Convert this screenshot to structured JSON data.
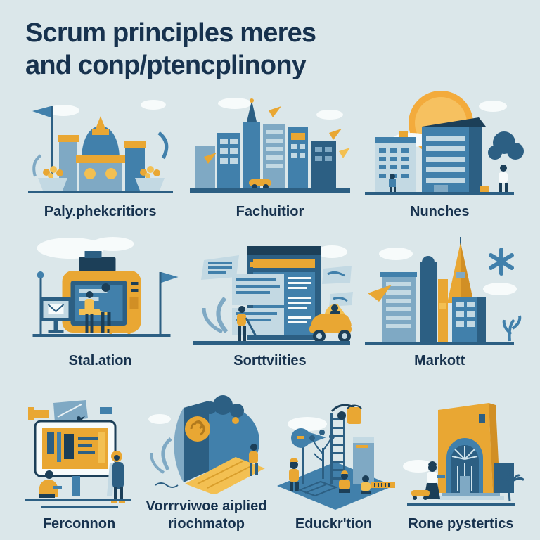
{
  "palette": {
    "background": "#dbe7ea",
    "title_color": "#17324e",
    "accent_gold": "#e9a733",
    "accent_blue": "#4180ab",
    "sun_orange": "#f3ab3c"
  },
  "title": {
    "line1": "Scrum principles meres",
    "line2": "and conp/ptencplinony"
  },
  "panels": {
    "row1": [
      {
        "caption": "Paly.phekcritiors",
        "illustration": "ornate-monument-with-flag-and-flower-pots"
      },
      {
        "caption": "Fachuitior",
        "illustration": "city-skyline-with-gold-spires-and-car"
      },
      {
        "caption": "Nunches",
        "illustration": "office-towers-with-sun-cloud-and-people"
      }
    ],
    "row2": [
      {
        "caption": "Stal.ation",
        "illustration": "people-at-yellow-kiosk-machine"
      },
      {
        "caption": "Sorttviities",
        "illustration": "browser-window-cleaner-and-yellow-cart"
      },
      {
        "caption": "Markott",
        "illustration": "city-with-gold-spire-and-snowflake"
      }
    ],
    "row3": [
      {
        "caption": "Ferconnon",
        "illustration": "monitor-workstation-with-two-people"
      },
      {
        "caption": "Vorrrviwoe aiplied\nriochmatop",
        "illustration": "monolith-medallion-and-gold-path"
      },
      {
        "caption": "Educkr'tion",
        "illustration": "construction-site-with-ladder-and-workers"
      },
      {
        "caption": "Rone pystertics",
        "illustration": "gold-arch-gate-building-with-person"
      }
    ]
  }
}
